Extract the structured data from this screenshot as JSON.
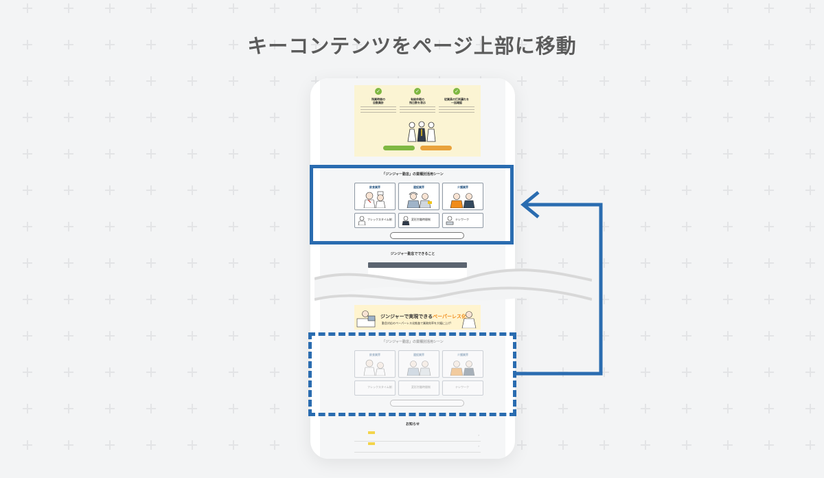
{
  "heading": "キーコンテンツをページ上部に移動",
  "hero": {
    "features": [
      {
        "title": "残業時間の\n自動集計"
      },
      {
        "title": "有給休暇の\n残日数を表示"
      },
      {
        "title": "従業員の打刻漏れを\n一括確認"
      }
    ]
  },
  "scenes": {
    "title": "「ジンジャー勤怠」の業種別活用シーン",
    "industries": [
      {
        "label": "飲食業界"
      },
      {
        "label": "建設業界"
      },
      {
        "label": "介護業界"
      }
    ],
    "styles": [
      {
        "label": "フレックスタイム制"
      },
      {
        "label": "変形労働時間制"
      },
      {
        "label": "テレワーク"
      }
    ]
  },
  "can_do": {
    "title": "ジンジャー勤怠でできること"
  },
  "banner": {
    "title_prefix": "ジンジャーで実現できる",
    "title_accent": "ペーパーレス化",
    "subtitle": "勤怠対応のペーパーレス化推進で業務効率を大幅に上げ!"
  },
  "news": {
    "title": "お知らせ"
  },
  "colors": {
    "accent": "#2a6cb0",
    "green": "#7fb842",
    "orange": "#f08c1b"
  }
}
